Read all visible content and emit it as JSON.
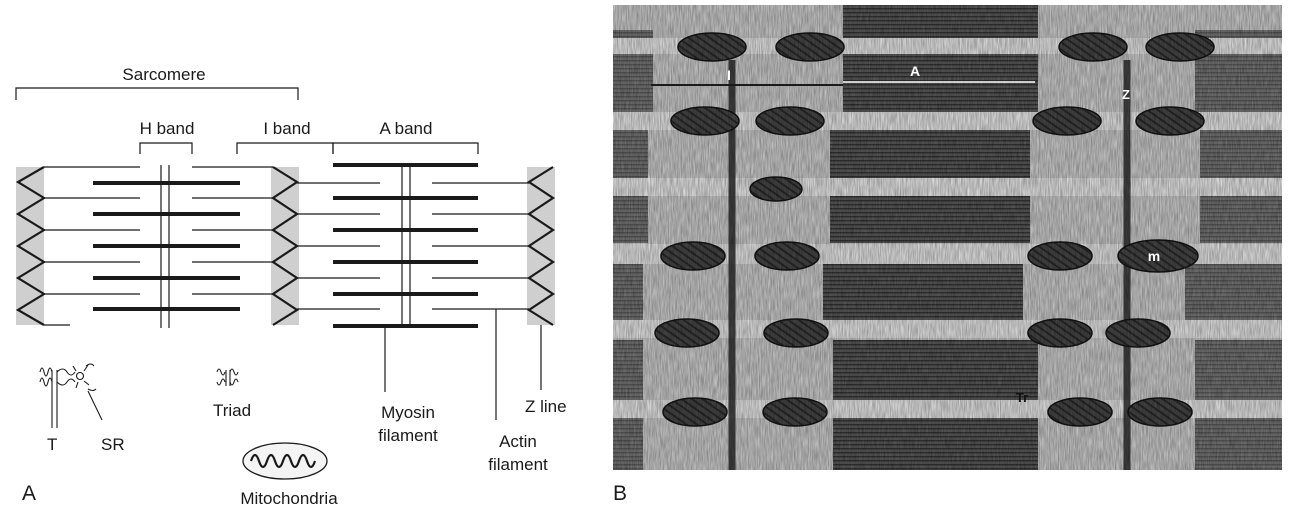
{
  "panel_a": {
    "panel_label": "A",
    "labels": {
      "sarcomere": "Sarcomere",
      "h_band": "H band",
      "i_band": "I band",
      "a_band": "A band",
      "t": "T",
      "sr": "SR",
      "triad": "Triad",
      "mitochondria": "Mitochondria",
      "myosin_line1": "Myosin",
      "myosin_line2": "filament",
      "actin_line1": "Actin",
      "actin_line2": "filament",
      "z_line": "Z line"
    }
  },
  "panel_b": {
    "panel_label": "B",
    "labels": {
      "i": "I",
      "a": "A",
      "z": "Z",
      "m": "m",
      "tr": "Tr"
    }
  },
  "colors": {
    "line": "#1a1a1a",
    "zdisc": "#cfcfcf",
    "micrograph_light": "#e6e6e6",
    "micrograph_dark": "#3a3a3a"
  }
}
